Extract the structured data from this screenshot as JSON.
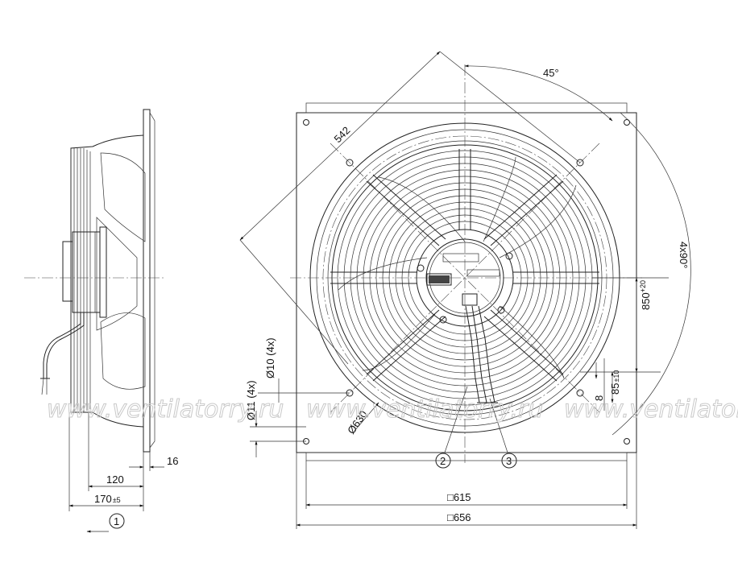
{
  "dimensions": {
    "d542": "542",
    "d45": "45°",
    "d4x90": "4x90°",
    "d850": "850",
    "d850_tol": "+20",
    "d85": "85",
    "d85_tol": "±10",
    "d8": "8",
    "d10": "Ø10 (4x)",
    "d11": "Ø11 (4x)",
    "d630": "Ø630",
    "d615": "□615",
    "d656": "□656",
    "d16": "16",
    "d120": "120",
    "d170": "170",
    "d170_tol": "±5"
  },
  "callouts": {
    "c1": "1",
    "c2": "2",
    "c3": "3"
  },
  "watermark": "www.ventilatorry.ru"
}
